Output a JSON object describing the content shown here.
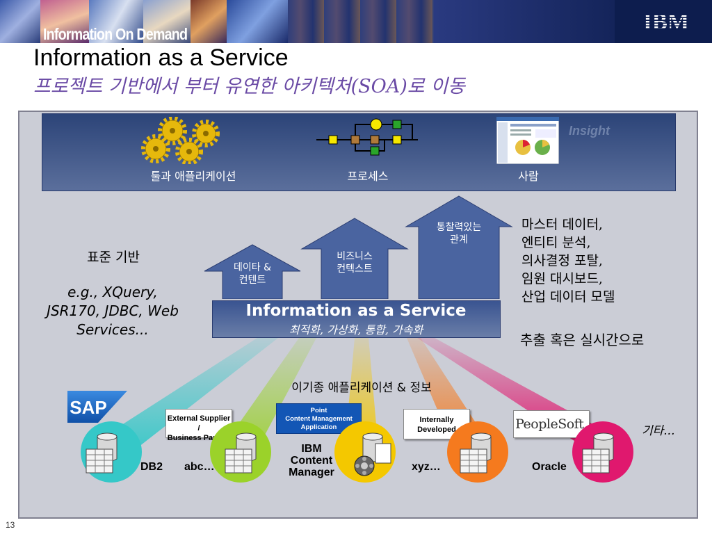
{
  "banner": {
    "title": "Information On Demand",
    "logo": "IBM"
  },
  "header": {
    "title": "Information as a Service",
    "subtitle": "프로젝트 기반에서 부터 유연한 아키텍처(SOA)로 이동"
  },
  "top_band": {
    "watermark": "Insight",
    "items": [
      {
        "label": "툴과 애플리케이션",
        "icon": "gears-icon"
      },
      {
        "label": "프로세스",
        "icon": "process-flow-icon"
      },
      {
        "label": "사람",
        "icon": "dashboard-screen-icon"
      }
    ]
  },
  "arrows": [
    {
      "line1": "데이타 &",
      "line2": "컨텐트"
    },
    {
      "line1": "비즈니스",
      "line2": "컨텍스트"
    },
    {
      "line1": "통찰력있는",
      "line2": "관계"
    }
  ],
  "iaas": {
    "title": "Information as a Service",
    "subtitle": "최적화, 가상화, 통합, 가속화"
  },
  "standards": {
    "heading": "표준 기반",
    "line1": "e.g., XQuery,",
    "line2": "JSR170, JDBC, Web",
    "line3": "Services..."
  },
  "right_list": {
    "items": [
      "마스터 데이터,",
      "엔티티 분석,",
      "의사결정 포탈,",
      "임원 대시보드,",
      "산업 데이터 모델"
    ],
    "extract": "추출 혹은 실시간으로"
  },
  "heterogeneous": "이기종 애플리케이션 & 정보",
  "tags": {
    "sap": "SAP",
    "external_line1": "External Supplier /",
    "external_line2": "Business Partner",
    "point_line1": "Point",
    "point_line2": "Content Management",
    "point_line3": "Application",
    "internal_line1": "Internally",
    "internal_line2": "Developed",
    "peoplesoft": "PeopleSoft."
  },
  "sources": {
    "db2": "DB2",
    "abc": "abc…",
    "ibm_line1": "IBM",
    "ibm_line2": "Content",
    "ibm_line3": "Manager",
    "xyz": "xyz…",
    "oracle": "Oracle",
    "etc": "기타..."
  },
  "colors": {
    "teal": "#35c8c8",
    "lime": "#9bd22a",
    "yellow": "#f4c800",
    "orange": "#f57a1e",
    "magenta": "#e0186e"
  },
  "page_number": "13"
}
